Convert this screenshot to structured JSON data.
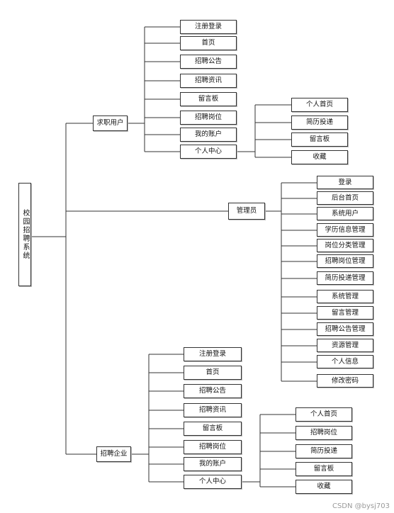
{
  "root": "校园招聘系统",
  "branch_jobseeker": {
    "label": "求职用户",
    "items": [
      "注册登录",
      "首页",
      "招聘公告",
      "招聘资讯",
      "留言板",
      "招聘岗位",
      "我的账户",
      "个人中心"
    ],
    "personal_center": [
      "个人首页",
      "简历投递",
      "留言板",
      "收藏"
    ]
  },
  "branch_admin": {
    "label": "管理员",
    "items": [
      "登录",
      "后台首页",
      "系统用户",
      "学历信息管理",
      "岗位分类管理",
      "招聘岗位管理",
      "简历投递管理",
      "系统管理",
      "留言管理",
      "招聘公告管理",
      "资源管理",
      "个人信息",
      "修改密码"
    ]
  },
  "branch_company": {
    "label": "招聘企业",
    "items": [
      "注册登录",
      "首页",
      "招聘公告",
      "招聘资讯",
      "留言板",
      "招聘岗位",
      "我的账户",
      "个人中心"
    ],
    "personal_center": [
      "个人首页",
      "招聘岗位",
      "简历投递",
      "留言板",
      "收藏"
    ]
  },
  "watermark": "CSDN @bysj703"
}
